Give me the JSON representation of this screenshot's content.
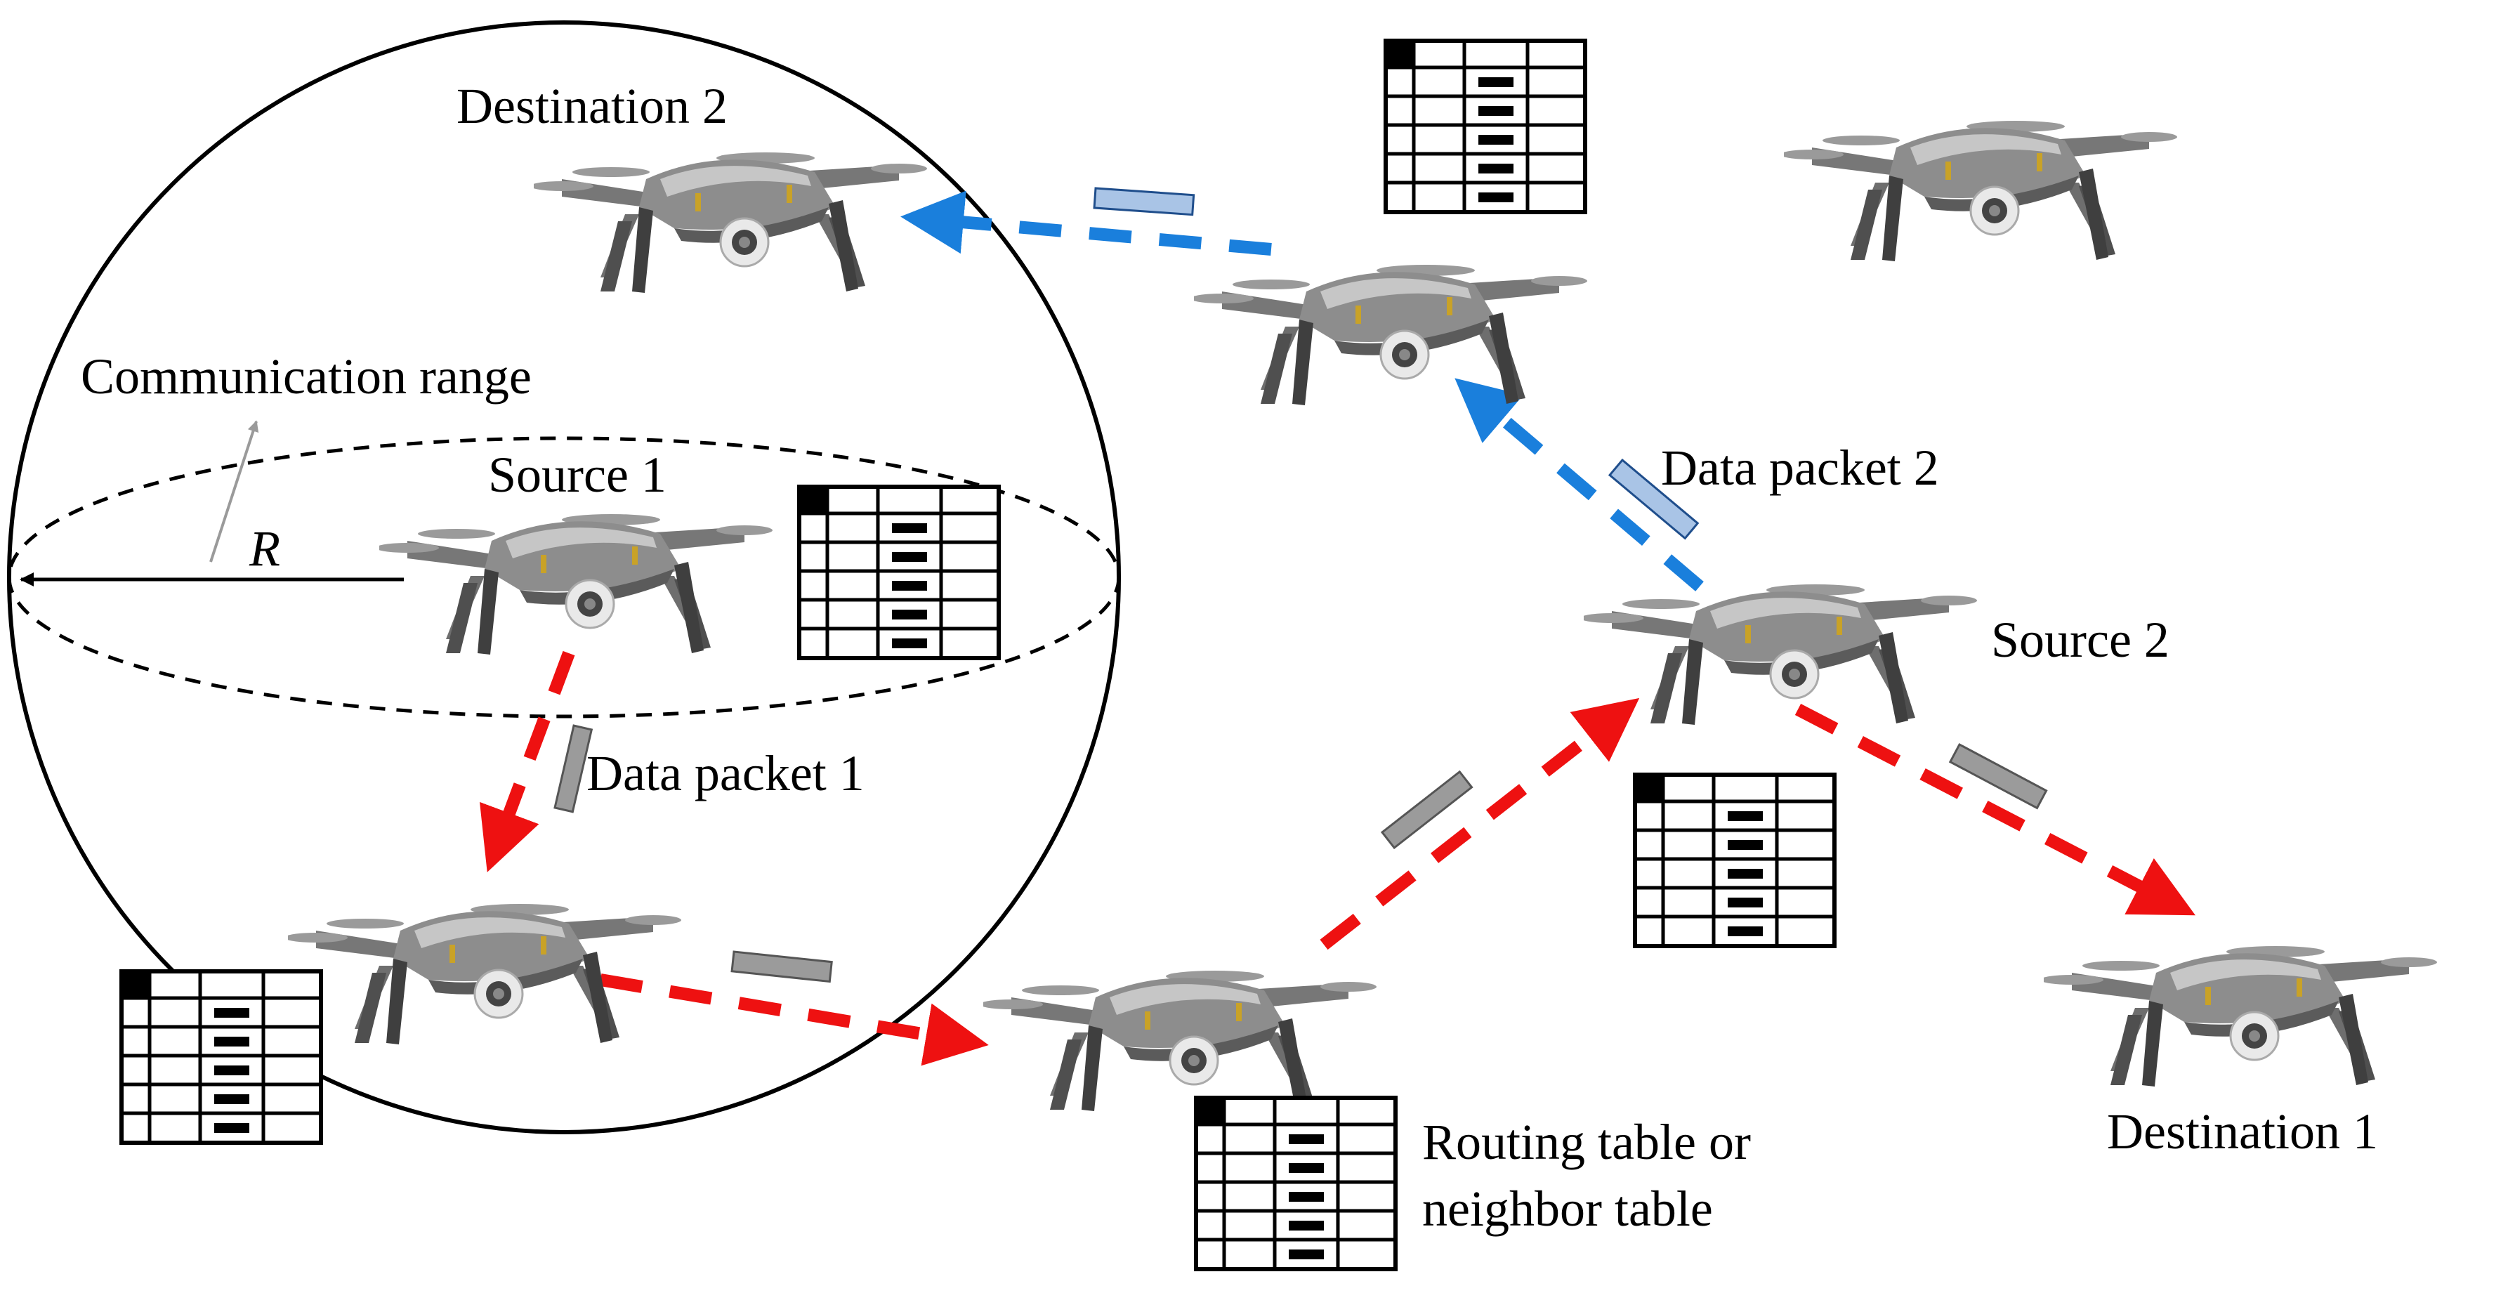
{
  "labels": {
    "destination_2": "Destination 2",
    "communication_range": "Communication range",
    "source_1": "Source 1",
    "radius": "R",
    "data_packet_1": "Data packet 1",
    "data_packet_2": "Data packet 2",
    "source_2": "Source 2",
    "destination_1": "Destination 1",
    "routing_table_line_1": "Routing table or",
    "routing_table_line_2": "neighbor table"
  },
  "colors": {
    "red_path": "#ee1111",
    "blue_path": "#1a7fdc",
    "packet_gray": "#9b9b9b",
    "packet_blue": "#a9c4e6",
    "drone_body": "#8d8d8d",
    "drone_dark": "#555555"
  },
  "icons": {
    "drone": "quadcopter-drone-icon",
    "table": "routing-table-icon",
    "packet": "data-packet-icon"
  }
}
